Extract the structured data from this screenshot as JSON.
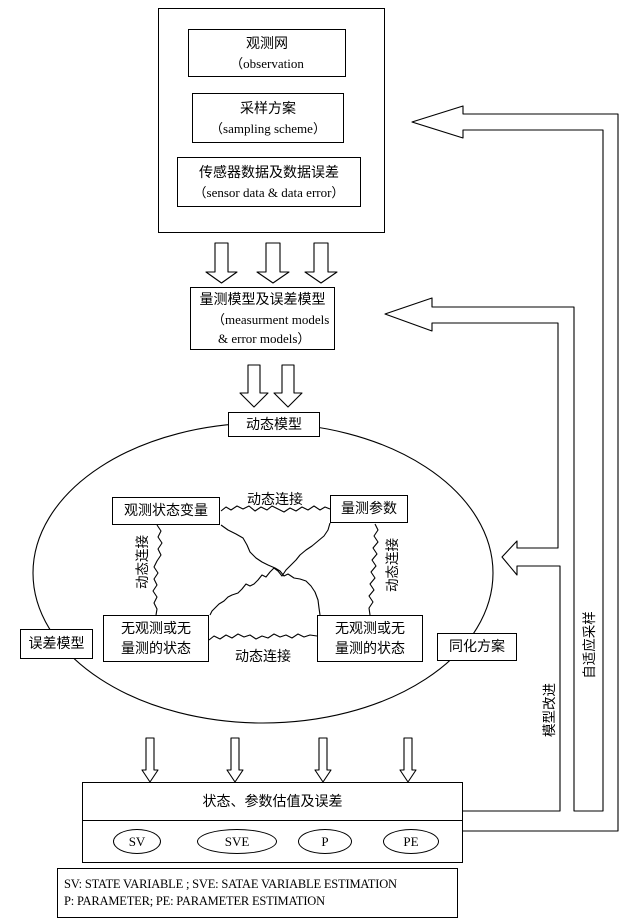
{
  "top_block": {
    "observation_network": {
      "zh": "观测网",
      "en": "（observation"
    },
    "sampling_scheme": {
      "zh": "采样方案",
      "en": "（sampling scheme）"
    },
    "sensor_data": {
      "zh": "传感器数据及数据误差",
      "en": "（sensor data & data error）"
    }
  },
  "measurement_model": {
    "zh": "量测模型及误差模型",
    "en_line1": "（measurment models",
    "en_line2": "& error models）"
  },
  "dynamic_model": {
    "title": "动态模型",
    "observed_state": "观测状态变量",
    "measured_params": "量测参数",
    "unobserved_left": {
      "line1": "无观测或无",
      "line2": "量测的状态"
    },
    "unobserved_right": {
      "line1": "无观测或无",
      "line2": "量测的状态"
    },
    "links": {
      "top": "动态连接",
      "bottom": "动态连接",
      "left": "动态连接",
      "right": "动态连接"
    }
  },
  "error_model": "误差模型",
  "assimilation_scheme": "同化方案",
  "output_block": {
    "title": "状态、参数估值及误差",
    "items": [
      "SV",
      "SVE",
      "P",
      "PE"
    ]
  },
  "legend": {
    "line1": "SV: STATE VARIABLE ; SVE: SATAE VARIABLE ESTIMATION",
    "line2": "P: PARAMETER; PE: PARAMETER ESTIMATION"
  },
  "feedback": {
    "model_improvement": "模型改进",
    "adaptive_sampling": "自适应采样"
  }
}
